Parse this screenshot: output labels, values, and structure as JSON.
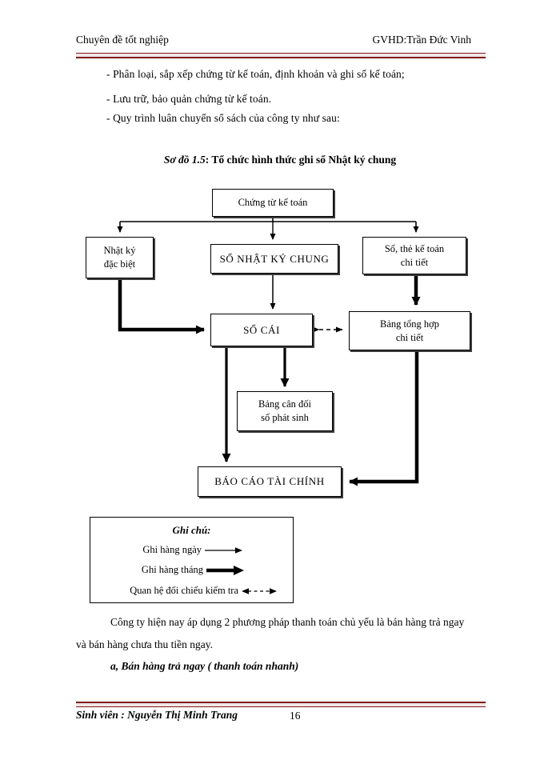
{
  "header": {
    "left": "Chuyên  đề tốt nghiệp",
    "right": "GVHD:Trần  Đức Vinh"
  },
  "bullets": [
    "- Phân loại, sắp xếp chứng từ kế toán, định khoản và ghi sổ kế toán;",
    "- Lưu trữ, bảo quản chứng từ kế toán.",
    "- Quy trình luân chuyển sổ sách của công ty như sau:"
  ],
  "figure": {
    "number": "Sơ đồ 1.5",
    "title": ": Tổ chức hình thức ghi sổ Nhật ký chung",
    "nodes": {
      "chung_tu": "Chứng từ kế toán",
      "nhat_ky_dac_biet_l1": "Nhật ký",
      "nhat_ky_dac_biet_l2": "đặc biệt",
      "so_nhat_ky_chung": "SỔ NHẬT KÝ CHUNG",
      "so_the_l1": "Sổ, thẻ kế toán",
      "so_the_l2": "chi tiết",
      "so_cai": "SỔ CÁI",
      "bang_tong_hop_l1": "Bảng tổng hợp",
      "bang_tong_hop_l2": "chi tiết",
      "bang_can_doi_l1": "Bảng cân đối",
      "bang_can_doi_l2": "số phát sinh",
      "bao_cao": "BÁO CÁO TÀI CHÍNH"
    }
  },
  "legend": {
    "title": "Ghi chú:",
    "rows": [
      {
        "label": "Ghi hàng ngày",
        "arrow": "thin-solid-arrow"
      },
      {
        "label": "Ghi hàng tháng",
        "arrow": "thick-solid-arrow"
      },
      {
        "label": "Quan hệ đối chiếu kiểm tra",
        "arrow": "dashed-double-arrow"
      }
    ]
  },
  "paragraphs": {
    "p1_line1": "Công ty hiện nay áp dụng 2 phương pháp thanh toán chủ yếu là bán hàng trả ngay",
    "p1_line2": "và bán hàng chưa thu tiền ngay.",
    "p2": "a, Bán hàng trả ngay ( thanh toán nhanh)"
  },
  "footer": {
    "student": "Sinh viên : Nguyễn Thị Minh Trang",
    "page": "16"
  },
  "colors": {
    "rule": "#7b1c1c",
    "ink": "#000000"
  }
}
